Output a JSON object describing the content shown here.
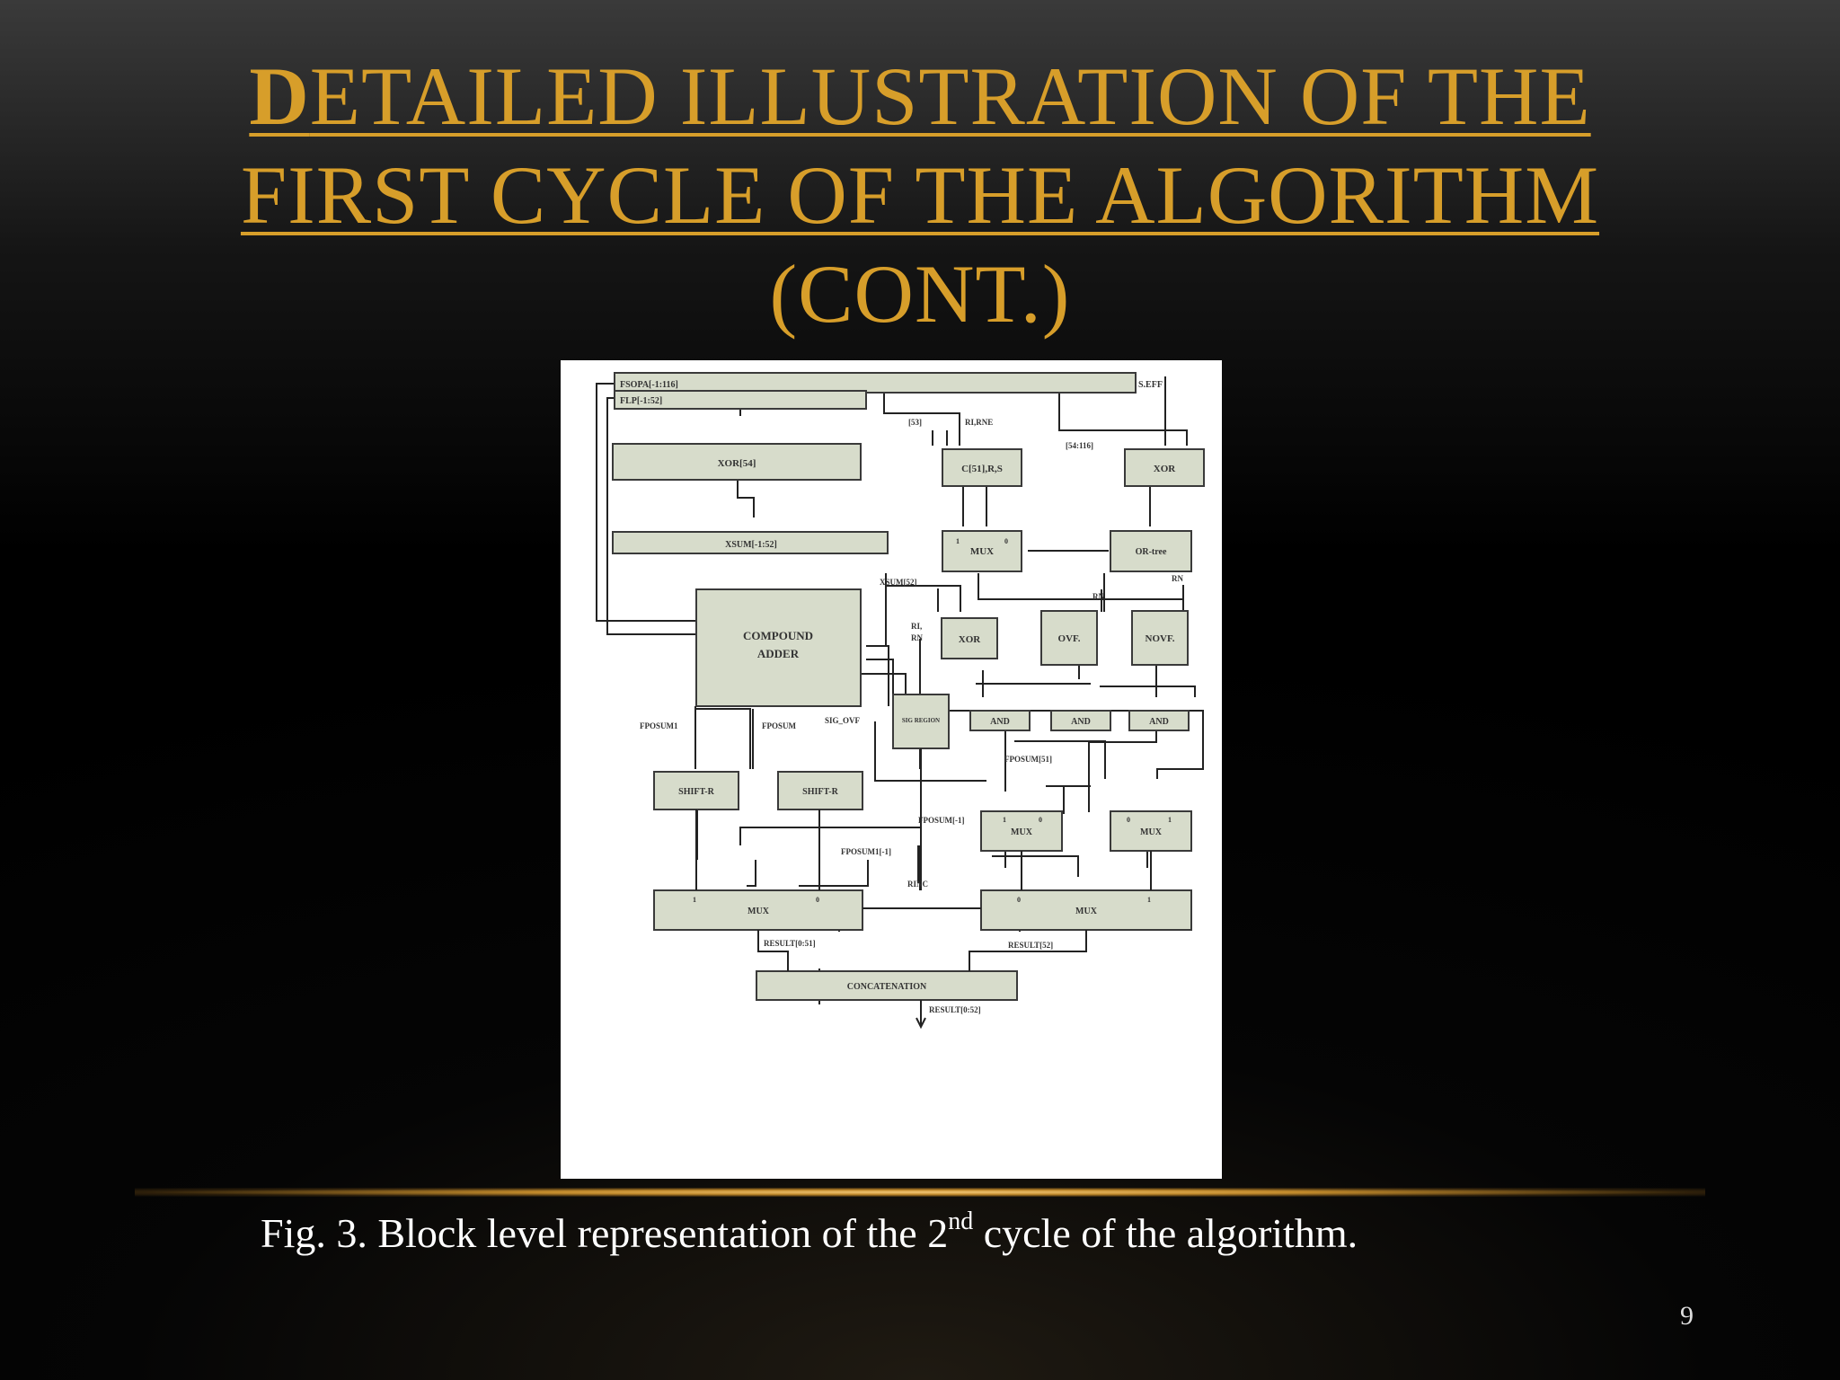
{
  "title": {
    "line1_first_letter": "D",
    "line1_rest": "ETAILED ILLUSTRATION OF THE",
    "line2": "FIRST CYCLE OF THE ALGORITHM",
    "line3": "(CONT.)"
  },
  "figure": {
    "blocks": {
      "fsopa": "FSOPA[-1:116]",
      "flp": "FLP[-1:52]",
      "seff": "S.EFF",
      "xor54": "XOR[54]",
      "xsum": "XSUM[-1:52]",
      "c51rs": "C[51],R,S",
      "xor_top": "XOR",
      "mux_top": "MUX",
      "or_tree": "OR-tree",
      "compound_adder_1": "COMPOUND",
      "compound_adder_2": "ADDER",
      "xor_mid": "XOR",
      "ovf": "OVF.",
      "novf": "NOVF.",
      "sig_region": "SIG REGION",
      "and1": "AND",
      "and2": "AND",
      "and3": "AND",
      "shift_r1": "SHIFT-R",
      "shift_r2": "SHIFT-R",
      "mux_mid1": "MUX",
      "mux_mid2": "MUX",
      "mux_bot1": "MUX",
      "mux_bot2": "MUX",
      "concat": "CONCATENATION"
    },
    "signals": {
      "s53": "[53]",
      "rlrne": "RI,RNE",
      "s54_116": "[54:116]",
      "xsum52": "XSUM[52]",
      "rn1": "RN",
      "rn2": "RN",
      "rlrn1": "RI,",
      "rlrn2": "RN",
      "fposum1": "FPOSUM1",
      "fposum": "FPOSUM",
      "sig_ovf": "SIG_OVF",
      "fposum51": "FPOSUM[51]",
      "fposum_m1": "FPOSUM[-1]",
      "fposum1_m1": "FPOSUM1[-1]",
      "rinc": "RINC",
      "result051": "RESULT[0:51]",
      "result52": "RESULT[52]",
      "result052": "RESULT[0:52]",
      "one_a": "1",
      "zero_a": "0",
      "one_b": "1",
      "zero_b": "0",
      "zero_c": "0",
      "one_c": "1",
      "zero_d": "0",
      "one_d": "1",
      "zero_e": "0",
      "one_e": "1"
    }
  },
  "caption": {
    "prefix": "Fig. 3. Block level representation of the 2",
    "sup": "nd",
    "suffix": "  cycle of the algorithm."
  },
  "page_number": "9"
}
